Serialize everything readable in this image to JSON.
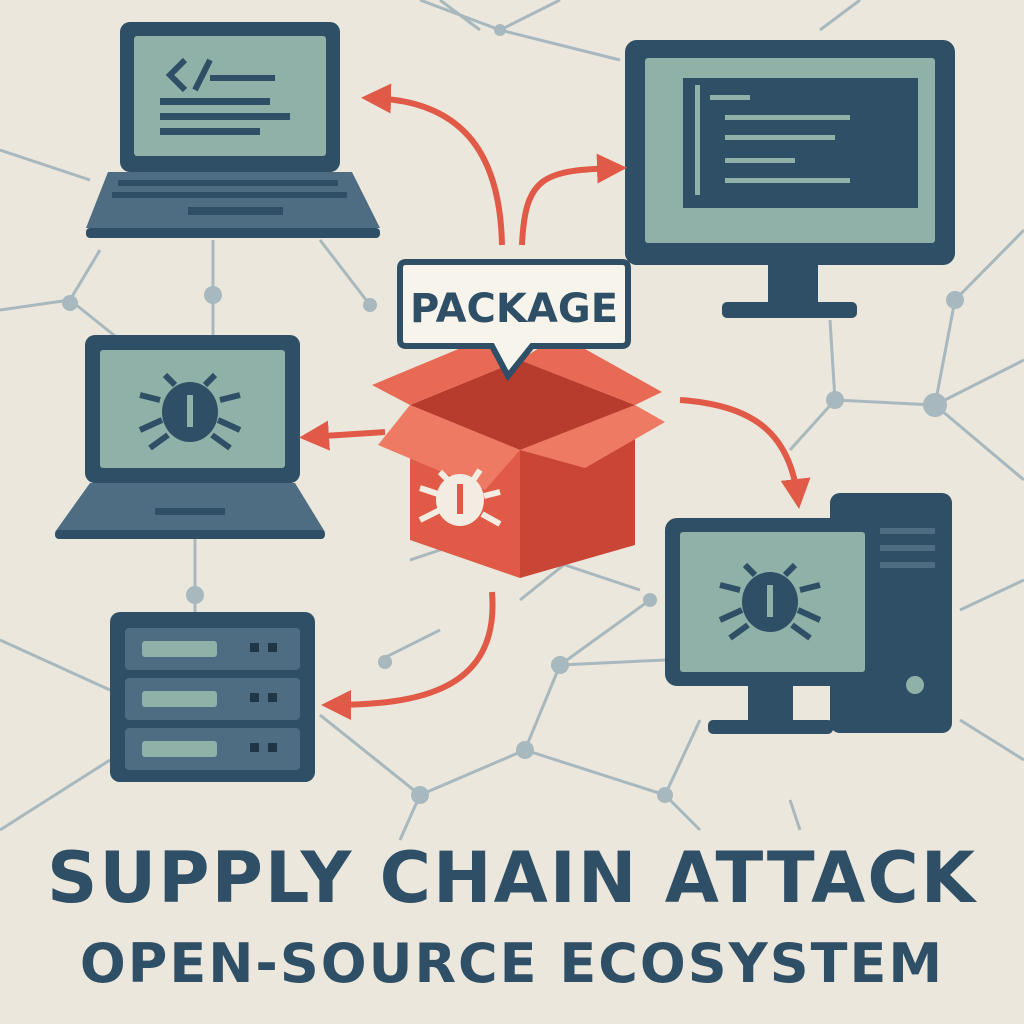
{
  "diagram": {
    "title": "SUPPLY CHAIN ATTACK",
    "subtitle": "OPEN-SOURCE ECOSYSTEM",
    "package_label": "PACKAGE"
  },
  "nodes": {
    "center": "malicious-package-box",
    "devices": [
      "laptop-code",
      "desktop-monitor-code",
      "laptop-infected",
      "server-rack",
      "desktop-tower-infected"
    ]
  },
  "colors": {
    "background": "#ebe7dc",
    "device_dark": "#2f4f66",
    "device_screen": "#8fb1a8",
    "attack_red": "#e05a47",
    "network_line": "#a7b8be"
  }
}
